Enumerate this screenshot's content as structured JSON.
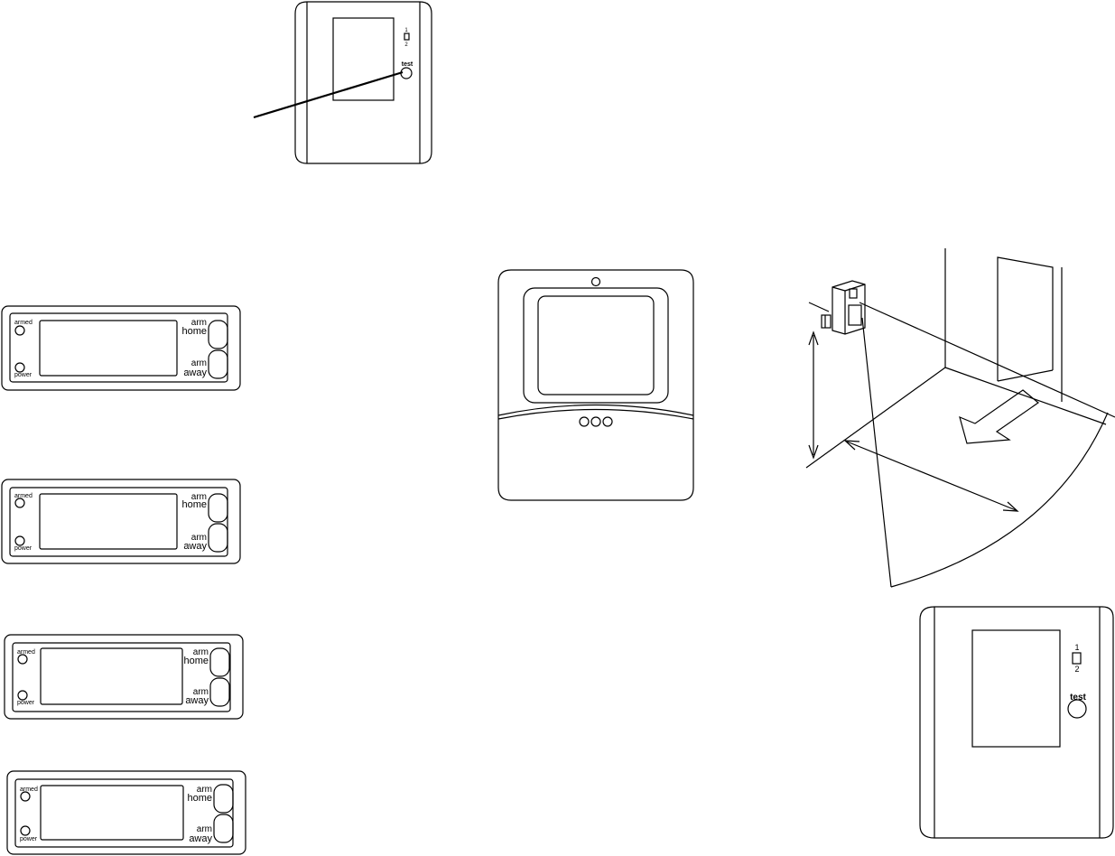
{
  "detector_small": {
    "switch_top": "1",
    "switch_bottom": "2",
    "test_label": "test"
  },
  "detector_large": {
    "switch_top": "1",
    "switch_bottom": "2",
    "test_label": "test"
  },
  "keyfobs": [
    {
      "armed_label": "armed",
      "power_label": "power",
      "home_arm": "arm",
      "home_word": "home",
      "away_arm": "arm",
      "away_word": "away"
    },
    {
      "armed_label": "armed",
      "power_label": "power",
      "home_arm": "arm",
      "home_word": "home",
      "away_arm": "arm",
      "away_word": "away"
    },
    {
      "armed_label": "armed",
      "power_label": "power",
      "home_arm": "arm",
      "home_word": "home",
      "away_arm": "arm",
      "away_word": "away"
    },
    {
      "armed_label": "armed",
      "power_label": "power",
      "home_arm": "arm",
      "home_word": "home",
      "away_arm": "arm",
      "away_word": "away"
    }
  ]
}
